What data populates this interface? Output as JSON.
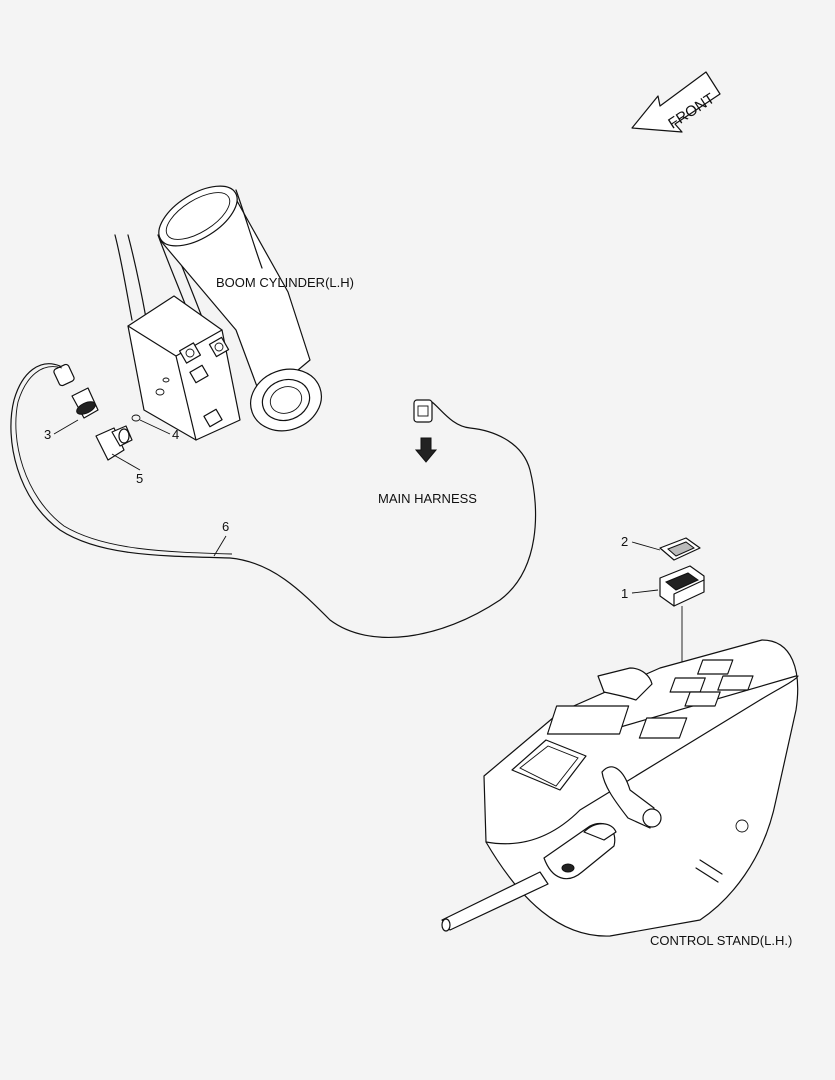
{
  "labels": {
    "front": "FRONT",
    "boom_cylinder": "BOOM CYLINDER(L.H)",
    "main_harness": "MAIN HARNESS",
    "control_stand": "CONTROL STAND(L.H.)"
  },
  "callouts": {
    "c1": "1",
    "c2": "2",
    "c3": "3",
    "c4": "4",
    "c5": "5",
    "c6": "6"
  }
}
